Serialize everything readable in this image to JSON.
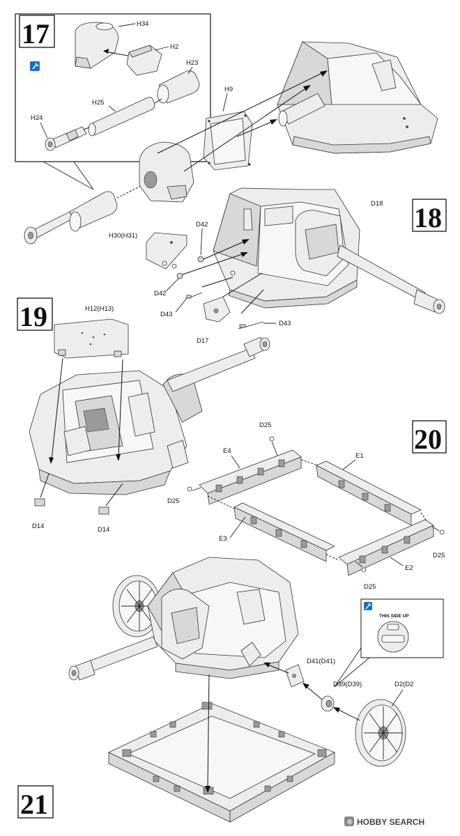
{
  "steps": {
    "s17": "17",
    "s18": "18",
    "s19": "19",
    "s20": "20",
    "s21": "21"
  },
  "labels": {
    "H34": "H34",
    "H2": "H2",
    "H23": "H23",
    "H25": "H25",
    "H24": "H24",
    "H9": "H9",
    "D18": "D18",
    "H30": "H30(H31)",
    "D42a": "D42",
    "D42b": "D42",
    "D43a": "D43",
    "D43b": "D43",
    "H12": "H12(H13)",
    "D17": "D17",
    "D14a": "D14",
    "D14b": "D14",
    "D25a": "D25",
    "D25b": "D25",
    "D25c": "D25",
    "D25d": "D25",
    "E1": "E1",
    "E2": "E2",
    "E3": "E3",
    "E4": "E4",
    "D41": "D41(D41)",
    "D39": "D39(D39)",
    "D2": "D2(D2"
  },
  "notes": {
    "this_side_up": "THIS SIDE UP"
  },
  "icons": {
    "glue": "glue-icon"
  },
  "watermark": {
    "brand": "HOBBY SEARCH",
    "symbol": "®"
  },
  "colors": {
    "glue_icon": "#1a6fc9",
    "ink": "#111111",
    "part_fill": "#ededed"
  }
}
